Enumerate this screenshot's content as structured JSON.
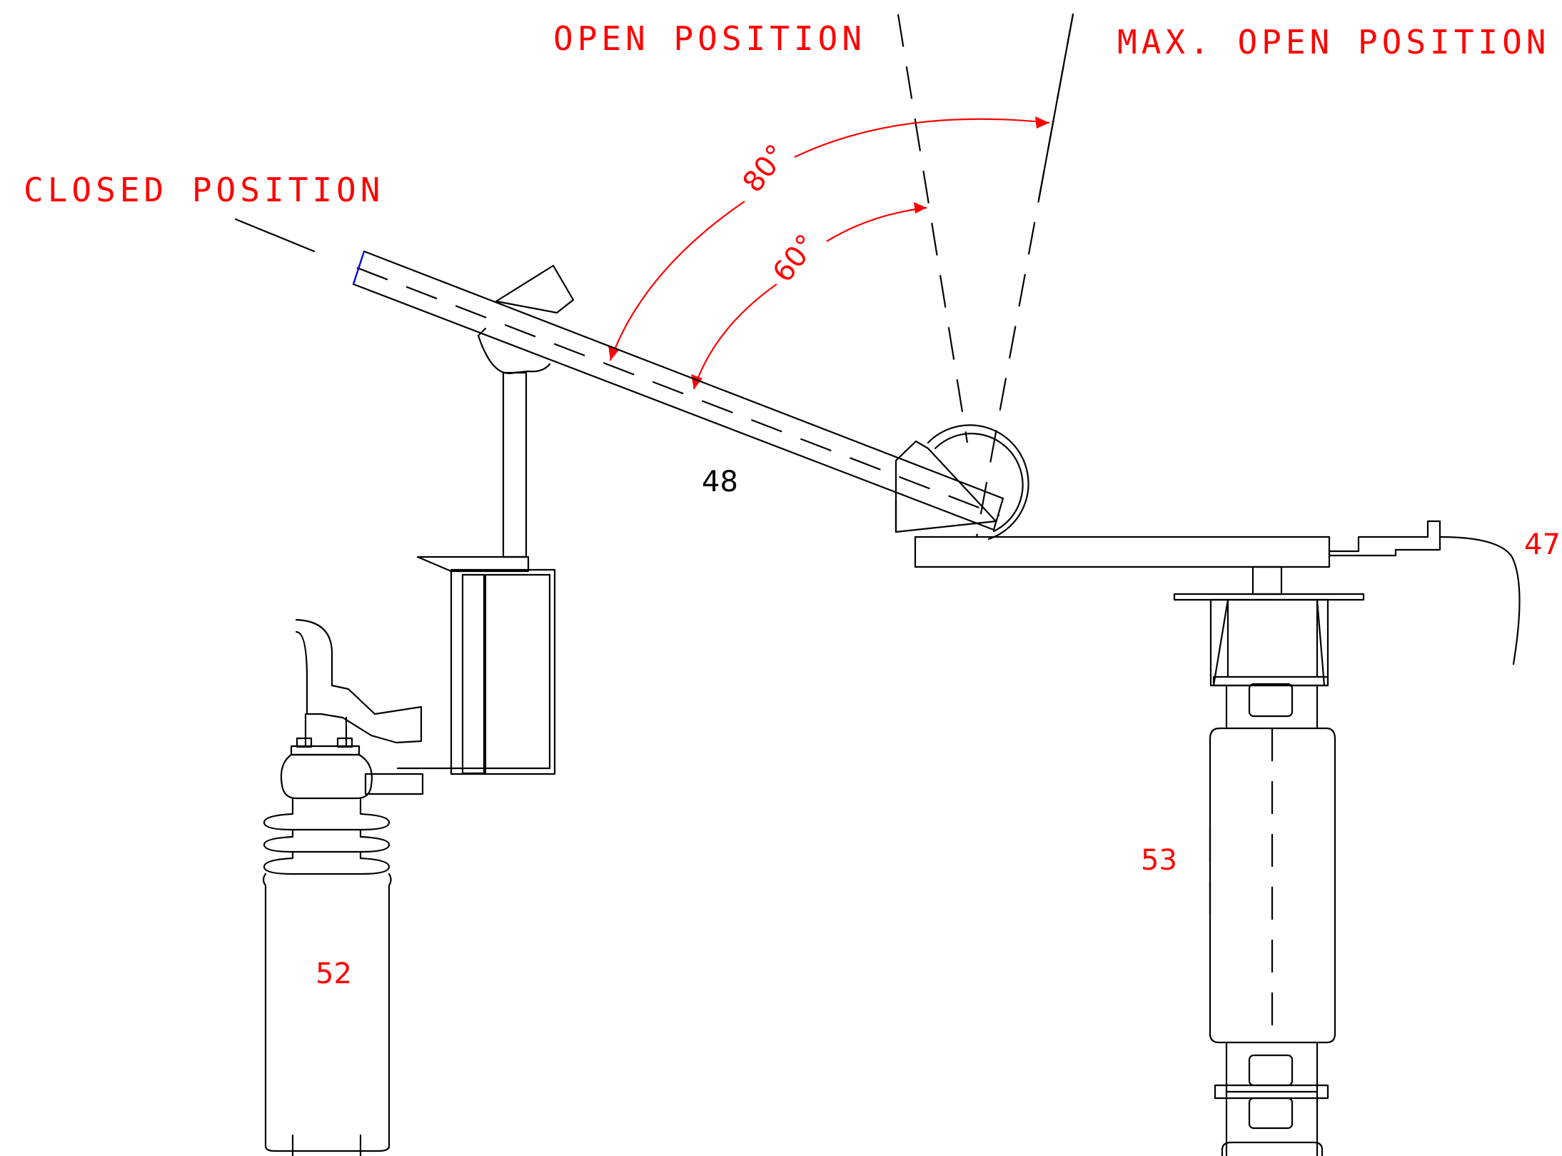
{
  "labels": {
    "open_position": "OPEN POSITION",
    "max_open_position": "MAX. OPEN POSITION",
    "closed_position": "CLOSED POSITION"
  },
  "reference_numbers": {
    "blade": "48",
    "line": "47",
    "left_insulator": "52",
    "right_insulator": "53"
  },
  "angles": {
    "open": "60°",
    "max_open": "80°"
  },
  "colors": {
    "annotation": "#ff0000",
    "outline": "#000000",
    "end_mark": "#0000ff"
  }
}
